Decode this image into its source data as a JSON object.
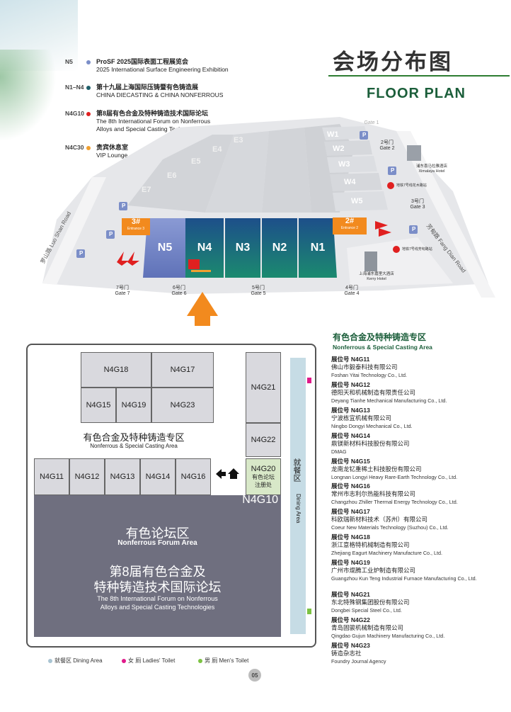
{
  "header": {
    "title_cn": "会场分布图",
    "title_en": "FLOOR PLAN"
  },
  "legend": [
    {
      "code": "N5",
      "dot_color": "#7b8ec8",
      "title": "ProSF 2025国际表面工程展览会",
      "sub1": "2025 International Surface Engineering Exhibition",
      "sub2": ""
    },
    {
      "code": "N1–N4",
      "dot_color": "#1f5f6a",
      "title": "第十九届上海国际压铸暨有色铸造展",
      "sub1": "CHINA DIECASTING & CHINA NONFERROUS",
      "sub2": ""
    },
    {
      "code": "N4G10",
      "dot_color": "#e02020",
      "title": "第8届有色合金及特种铸造技术国际论坛",
      "sub1": "The 8th International Forum on Nonferrous",
      "sub2": "Alloys and Special Casting Technologies"
    },
    {
      "code": "N4C30",
      "dot_color": "#f0a030",
      "title": "贵宾休息室",
      "sub1": "VIP Lounge",
      "sub2": ""
    }
  ],
  "map": {
    "halls": [
      "N5",
      "N4",
      "N3",
      "N2",
      "N1"
    ],
    "west_halls": [
      "W1",
      "W2",
      "W3",
      "W4",
      "W5"
    ],
    "east_halls": [
      "E7",
      "E6",
      "E5",
      "E4",
      "E3"
    ],
    "entrance3": {
      "num": "3#",
      "label": "Entrance 3"
    },
    "entrance2": {
      "num": "2#",
      "label": "Entrance 2"
    },
    "gates": [
      {
        "cn": "7号门",
        "en": "Gate 7"
      },
      {
        "cn": "6号门",
        "en": "Gate 6"
      },
      {
        "cn": "5号门",
        "en": "Gate 5"
      },
      {
        "cn": "4号门",
        "en": "Gate 4"
      },
      {
        "cn": "3号门",
        "en": "Gate 3"
      },
      {
        "cn": "2号门",
        "en": "Gate 2"
      },
      {
        "cn": "",
        "en": "Gate 1"
      }
    ],
    "roads": {
      "luoshan": "罗山路 Luo Shan Road",
      "fangdian": "芳甸路 Fang Dian Road"
    },
    "hotels": {
      "ximalaya_cn": "浦东喜马拉雅酒店",
      "ximalaya_en": "Ximalaya Hotel",
      "kerry_cn": "上海浦东嘉里大酒店",
      "kerry_en": "Kerry Hotel",
      "metro1": "地铁7号线花木路站",
      "metro2": "地铁7号线芳甸路站"
    },
    "parking": "P"
  },
  "plan": {
    "top_booths": [
      "N4G18",
      "N4G17",
      "N4G15",
      "N4G19",
      "N4G23"
    ],
    "right_booths": [
      "N4G21",
      "N4G22"
    ],
    "row_booths": [
      "N4G11",
      "N4G12",
      "N4G13",
      "N4G14",
      "N4G16"
    ],
    "registration": {
      "code": "N4G20",
      "line1": "有色论坛",
      "line2": "注册处"
    },
    "zone_cn": "有色合金及特种铸造专区",
    "zone_en": "Nonferrous & Special Casting Area",
    "forum_code": "N4G10",
    "forum_cn": "有色论坛区",
    "forum_en": "Nonferrous Forum Area",
    "forum_title_cn1": "第8届有色合金及",
    "forum_title_cn2": "特种铸造技术国际论坛",
    "forum_title_en1": "The 8th International Forum on Nonferrous",
    "forum_title_en2": "Alloys and Special Casting Technologies",
    "dining_cn": "就餐区",
    "dining_en": "Dining Area"
  },
  "exhibitors": {
    "head_cn": "有色合金及特种铸造专区",
    "head_en": "Nonferrous & Special Casting Area",
    "items": [
      {
        "booth": "展位号 N4G11",
        "cn": "佛山市毅泰科技有限公司",
        "en": "Foshan Yitai Technology Co., Ltd."
      },
      {
        "booth": "展位号 N4G12",
        "cn": "德阳天和机械制造有限责任公司",
        "en": "Deyang Tianhe Mechanical Manufacturing Co., Ltd."
      },
      {
        "booth": "展位号 N4G13",
        "cn": "宁波栋宜机械有限公司",
        "en": "Ningbo Dongyi Mechanical Co., Ltd."
      },
      {
        "booth": "展位号 N4G14",
        "cn": "鼎镁新材料科技股份有限公司",
        "en": "DMAG"
      },
      {
        "booth": "展位号 N4G15",
        "cn": "龙南龙钇重稀土科技股份有限公司",
        "en": "Longnan Longyi Heavy Rare-Earth Technology Co., Ltd."
      },
      {
        "booth": "展位号 N4G16",
        "cn": "常州市志利尔热能科技有限公司",
        "en": "Changzhou Zhiller Thermal Energy Technology Co., Ltd."
      },
      {
        "booth": "展位号 N4G17",
        "cn": "科欧瑞新材料技术（苏州）有限公司",
        "en": "Coeur New Materials Technology (Suzhou) Co., Ltd."
      },
      {
        "booth": "展位号 N4G18",
        "cn": "浙江意格特机械制造有限公司",
        "en": "Zhejiang Eagurt Machinery Manufacture Co., Ltd."
      },
      {
        "booth": "展位号 N4G19",
        "cn": "广州市焜腾工业炉制造有限公司",
        "en": "Guangzhou Kun Teng Industrial Furnace Manufacturing Co., Ltd."
      },
      {
        "booth": "展位号 N4G21",
        "cn": "东北特殊钢集团股份有限公司",
        "en": "Dongbei Special Steel Co., Ltd."
      },
      {
        "booth": "展位号 N4G22",
        "cn": "青岛固骏机械制造有限公司",
        "en": "Qingdao Gujun Machinery Manufacturing Co., Ltd."
      },
      {
        "booth": "展位号 N4G23",
        "cn": "铸造杂志社",
        "en": "Foundry Journal Agency"
      }
    ]
  },
  "footer_legend": {
    "dining": "就餐区  Dining Area",
    "ladies": "女   厕  Ladies' Toilet",
    "mens": "男   厕  Men's Toilet",
    "page": "05",
    "colors": {
      "dining": "#a9c4d2",
      "ladies": "#e0198a",
      "mens": "#7cc242"
    }
  }
}
